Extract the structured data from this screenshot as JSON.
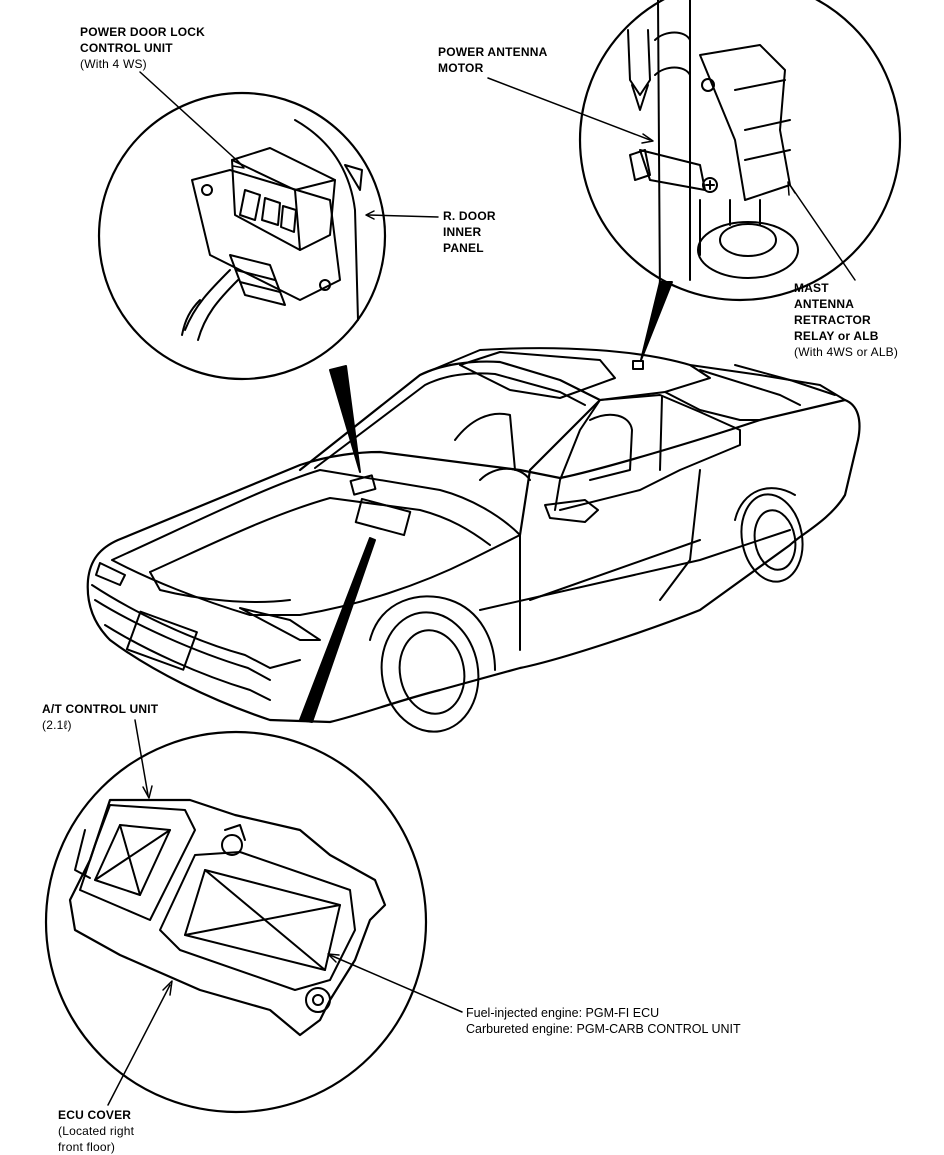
{
  "labels": {
    "power_door_lock": {
      "line1": "POWER DOOR LOCK",
      "line2": "CONTROL UNIT",
      "line3": "(With 4 WS)"
    },
    "power_antenna_motor": {
      "line1": "POWER ANTENNA",
      "line2": "MOTOR"
    },
    "r_door_inner_panel": {
      "line1": "R. DOOR",
      "line2": "INNER",
      "line3": "PANEL"
    },
    "mast_antenna_relay": {
      "line1": "MAST",
      "line2": "ANTENNA",
      "line3": "RETRACTOR",
      "line4": "RELAY or ALB",
      "line5": "(With 4WS or ALB)"
    },
    "at_control_unit": {
      "line1": "A/T CONTROL UNIT",
      "line2": "(2.1ℓ)"
    },
    "ecu": {
      "line1": "Fuel-injected engine: PGM-FI ECU",
      "line2": "Carbureted engine: PGM-CARB CONTROL UNIT"
    },
    "ecu_cover": {
      "line1": "ECU COVER",
      "line2": "(Located right",
      "line3": "front floor)"
    }
  }
}
